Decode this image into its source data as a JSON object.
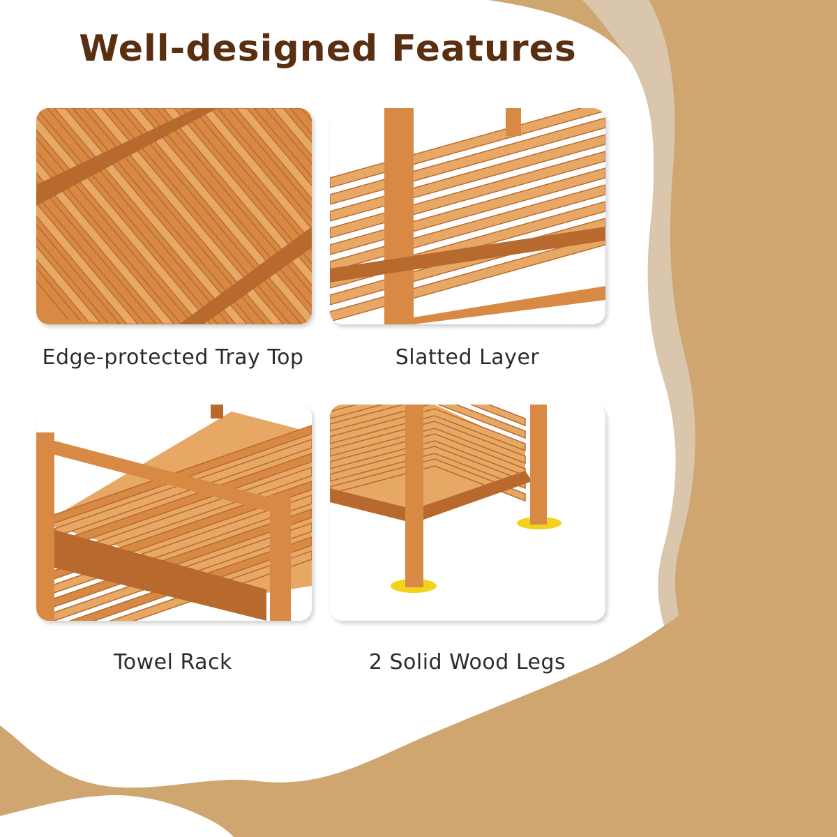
{
  "title": "Well-designed Features",
  "colors": {
    "title": "#5a2e10",
    "tan": "#cfa670",
    "beige_band": "#d6c2a8",
    "wood_light": "#e7a866",
    "wood_mid": "#d88a45",
    "wood_dark": "#b86a2e",
    "foot_pad": "#f2d21a",
    "caption": "#2b2b2b"
  },
  "features": [
    {
      "caption": "Edge-protected Tray Top"
    },
    {
      "caption": "Slatted Layer"
    },
    {
      "caption": "Towel Rack"
    },
    {
      "caption": "2 Solid Wood Legs"
    }
  ]
}
